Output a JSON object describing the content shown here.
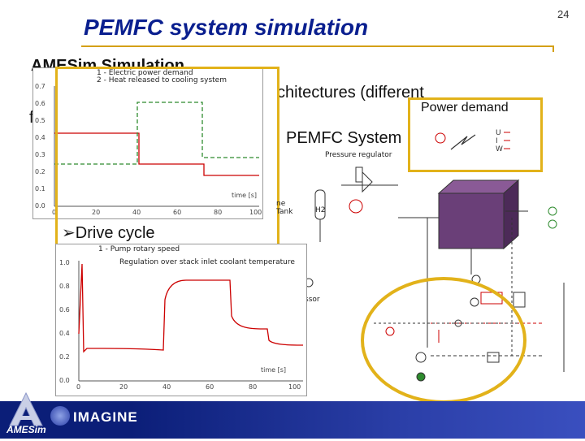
{
  "slide": {
    "title": "PEMFC system simulation",
    "page_number": "24",
    "bullets": {
      "b1": "AMESim Simulation",
      "b2": "chitectures (different",
      "b3": "f",
      "b4": "PEMFC System",
      "drive_cycle": "Drive cycle"
    },
    "labels": {
      "power_demand": "Power demand",
      "pressure_regulator": "Pressure regulator",
      "tank": "Tank",
      "tank_suffix": "ne",
      "h2": "H2",
      "compressor": "ressor"
    }
  },
  "plot_top": {
    "legend": [
      "1 - Electric power demand",
      "2 - Heat released to cooling system"
    ],
    "x_axis_label": "time [s]",
    "x_ticks": [
      "0",
      "20",
      "40",
      "60",
      "80",
      "100"
    ],
    "y_ticks": [
      "0.0",
      "0.1",
      "0.2",
      "0.3",
      "0.4",
      "0.5",
      "0.6",
      "0.7"
    ],
    "colors": {
      "series1": "#cc0000",
      "series2": "#2e8b2e"
    }
  },
  "plot_bottom": {
    "legend": [
      "1 - Pump rotary speed",
      "Regulation over stack inlet coolant temperature"
    ],
    "x_axis_label": "time [s]",
    "x_ticks": [
      "0",
      "20",
      "40",
      "60",
      "80",
      "100"
    ],
    "y_ticks": [
      "0.0",
      "0.2",
      "0.4",
      "0.6",
      "0.8",
      "1.0"
    ],
    "colors": {
      "series1": "#cc0000"
    }
  },
  "footer": {
    "brand": "IMAGINE",
    "logo": "AMESim"
  }
}
